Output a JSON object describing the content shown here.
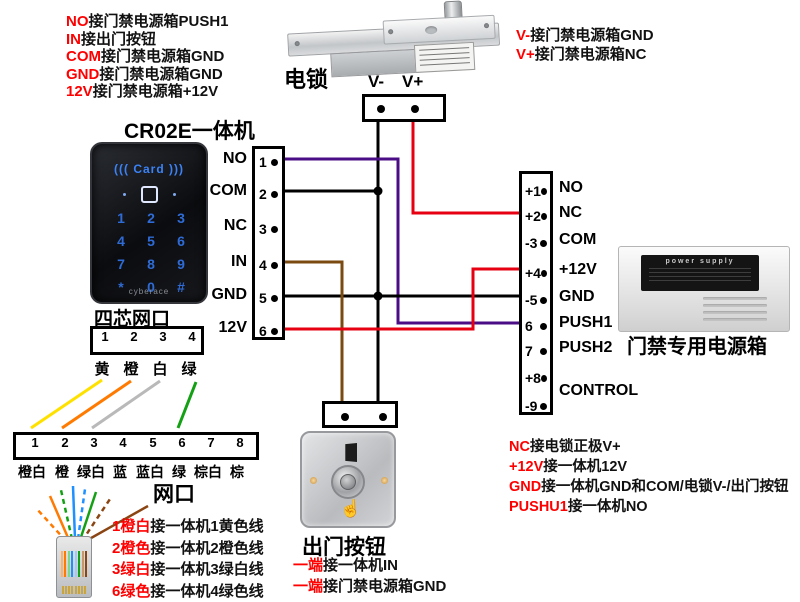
{
  "labels": {
    "reader_title": "CR02E一体机",
    "lock": "电锁",
    "four_pin_port": "四芯网口",
    "net_port": "网口",
    "power_box": "门禁专用电源箱",
    "exit_button": "出门按钮",
    "v_minus": "V-",
    "v_plus": "V+"
  },
  "notes": {
    "top_left": [
      {
        "prefix": "NO",
        "text": "接门禁电源箱PUSH1"
      },
      {
        "prefix": "IN",
        "text": "接出门按钮"
      },
      {
        "prefix": "COM",
        "text": "接门禁电源箱GND"
      },
      {
        "prefix": "GND",
        "text": "接门禁电源箱GND"
      },
      {
        "prefix": "12V",
        "text": "接门禁电源箱+12V"
      }
    ],
    "top_right": [
      {
        "prefix": "V-",
        "text": "接门禁电源箱GND"
      },
      {
        "prefix": "V+",
        "text": "接门禁电源箱NC"
      }
    ],
    "bottom_right": [
      {
        "prefix": "NC",
        "text": "接电锁正极V+"
      },
      {
        "prefix": "+12V",
        "text": "接一体机12V"
      },
      {
        "prefix": "GND",
        "text": "接一体机GND和COM/电锁V-/出门按钮"
      },
      {
        "prefix": "PUSHU1",
        "text": "接一体机NO"
      }
    ],
    "rj45_mapping": [
      {
        "prefix": "1橙白",
        "text": "接一体机1黄色线"
      },
      {
        "prefix": "2橙色",
        "text": "接一体机2橙色线"
      },
      {
        "prefix": "3绿白",
        "text": "接一体机3绿白线"
      },
      {
        "prefix": "6绿色",
        "text": "接一体机4绿色线"
      }
    ],
    "exit_button_notes": [
      {
        "prefix": "一端",
        "text": "接一体机IN"
      },
      {
        "prefix": "一端",
        "text": "接门禁电源箱GND"
      }
    ]
  },
  "reader": {
    "card_text": "((( Card )))",
    "keypad": [
      "1",
      "2",
      "3",
      "4",
      "5",
      "6",
      "7",
      "8",
      "9",
      "*",
      "0",
      "#"
    ],
    "brand": "cyberace"
  },
  "left_terminal": {
    "rows": [
      {
        "label": "NO",
        "pin": "1"
      },
      {
        "label": "COM",
        "pin": "2"
      },
      {
        "label": "NC",
        "pin": "3"
      },
      {
        "label": "IN",
        "pin": "4"
      },
      {
        "label": "GND",
        "pin": "5"
      },
      {
        "label": "12V",
        "pin": "6"
      }
    ]
  },
  "right_terminal": {
    "rows": [
      {
        "pin": "+1",
        "label": "NO"
      },
      {
        "pin": "+2",
        "label": "NC"
      },
      {
        "pin": "-3",
        "label": "COM"
      },
      {
        "pin": "+4",
        "label": "+12V"
      },
      {
        "pin": "-5",
        "label": "GND"
      },
      {
        "pin": "6",
        "label": "PUSH1"
      },
      {
        "pin": "7",
        "label": "PUSH2"
      },
      {
        "pin": "+8",
        "label": ""
      },
      {
        "pin": "-9",
        "label": "CONTROL"
      }
    ]
  },
  "four_pin": {
    "pins": [
      "1",
      "2",
      "3",
      "4"
    ],
    "colors": [
      "黄",
      "橙",
      "白",
      "绿"
    ]
  },
  "eight_pin": {
    "pins": [
      "1",
      "2",
      "3",
      "4",
      "5",
      "6",
      "7",
      "8"
    ],
    "colors": [
      "橙白",
      "橙",
      "绿白",
      "蓝",
      "蓝白",
      "绿",
      "棕白",
      "棕"
    ]
  },
  "power_box": {
    "label": "power supply"
  },
  "colors": {
    "accent_red_text": "#ff0000",
    "red_wire": "#e60012",
    "black_wire": "#000000",
    "purple_wire": "#4b0d86",
    "brown_wire": "#7a4a10",
    "yellow_wire": "#ffe100",
    "orange_wire": "#ff7a00",
    "white_wire": "#b9b9b9",
    "green_wire": "#14a014",
    "blue_wire": "#1e90ff",
    "brown_pair": "#8b4513"
  }
}
